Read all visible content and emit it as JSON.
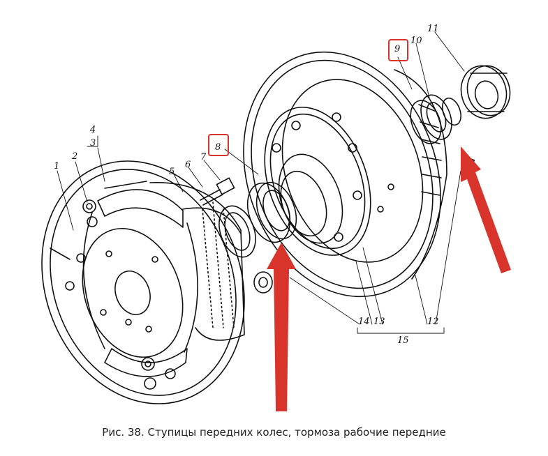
{
  "caption": "Рис. 38. Ступицы передних колес, тормоза рабочие передние",
  "callouts": {
    "n1": "1",
    "n2": "2",
    "n3": "3",
    "n4": "4",
    "n5": "5",
    "n6": "6",
    "n7": "7",
    "n8": "8",
    "n9": "9",
    "n10": "10",
    "n11": "11",
    "n12": "12",
    "n13": "13",
    "n14": "14",
    "n15": "15"
  },
  "highlighted_callouts": [
    "8",
    "9"
  ],
  "colors": {
    "highlight": "#d9342b",
    "arrow": "#d9342b",
    "ink": "#111111"
  }
}
